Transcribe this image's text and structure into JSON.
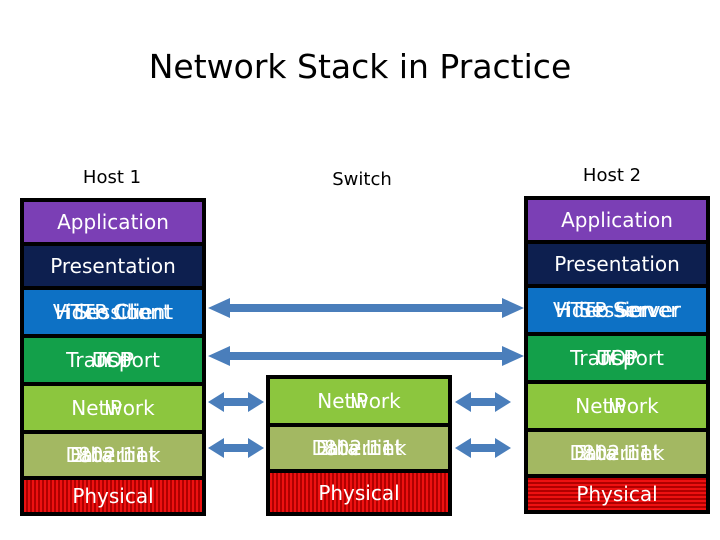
{
  "slide": {
    "title": "Network Stack in Practice",
    "background": "#ffffff"
  },
  "colors": {
    "application": "#7b3fb5",
    "presentation": "#0d1f4f",
    "session": "#0d71c5",
    "transport": "#13a04a",
    "network": "#8cc63e",
    "data_link": "#a3b862",
    "physical": "#ee1111",
    "arrow": "#4a7ebb"
  },
  "columns": [
    {
      "id": "host1",
      "header": "Host 1",
      "layers": [
        {
          "id": "application",
          "label": "Application",
          "overlays": []
        },
        {
          "id": "presentation",
          "label": "Presentation",
          "overlays": []
        },
        {
          "id": "session",
          "label": "Session",
          "overlays": [
            "HTTP Client",
            "Video Client"
          ]
        },
        {
          "id": "transport",
          "label": "Transport",
          "overlays": [
            "TCP",
            "UDP"
          ]
        },
        {
          "id": "network",
          "label": "Network",
          "overlays": [
            "IP"
          ]
        },
        {
          "id": "data_link",
          "label": "Data Link",
          "overlays": [
            "Ethernet",
            "802.11"
          ]
        },
        {
          "id": "physical",
          "label": "Physical",
          "overlays": []
        }
      ]
    },
    {
      "id": "switch",
      "header": "Switch",
      "layers": [
        {
          "id": "network",
          "label": "Network",
          "overlays": [
            "IP"
          ]
        },
        {
          "id": "data_link",
          "label": "Data Link",
          "overlays": [
            "Ethernet",
            "802.11"
          ]
        },
        {
          "id": "physical",
          "label": "Physical",
          "overlays": []
        }
      ]
    },
    {
      "id": "host2",
      "header": "Host 2",
      "layers": [
        {
          "id": "application",
          "label": "Application",
          "overlays": []
        },
        {
          "id": "presentation",
          "label": "Presentation",
          "overlays": []
        },
        {
          "id": "session",
          "label": "Session",
          "overlays": [
            "HTTP Server",
            "Video Server"
          ]
        },
        {
          "id": "transport",
          "label": "Transport",
          "overlays": [
            "TCP",
            "UDP"
          ]
        },
        {
          "id": "network",
          "label": "Network",
          "overlays": [
            "IP"
          ]
        },
        {
          "id": "data_link",
          "label": "Data Link",
          "overlays": [
            "Ethernet",
            "802.11"
          ]
        },
        {
          "id": "physical",
          "label": "Physical",
          "overlays": []
        }
      ]
    }
  ],
  "connections": [
    {
      "id": "session-end-to-end",
      "layer": "session",
      "from": "host1",
      "to": "host2",
      "style": "double-arrow",
      "span": "long"
    },
    {
      "id": "transport-end-to-end",
      "layer": "transport",
      "from": "host1",
      "to": "host2",
      "style": "double-arrow",
      "span": "long"
    },
    {
      "id": "network-hop-left",
      "layer": "network",
      "from": "host1",
      "to": "switch",
      "style": "double-arrow",
      "span": "short"
    },
    {
      "id": "network-hop-right",
      "layer": "network",
      "from": "switch",
      "to": "host2",
      "style": "double-arrow",
      "span": "short"
    },
    {
      "id": "datalink-hop-left",
      "layer": "data_link",
      "from": "host1",
      "to": "switch",
      "style": "double-arrow",
      "span": "short"
    },
    {
      "id": "datalink-hop-right",
      "layer": "data_link",
      "from": "switch",
      "to": "host2",
      "style": "double-arrow",
      "span": "short"
    }
  ]
}
